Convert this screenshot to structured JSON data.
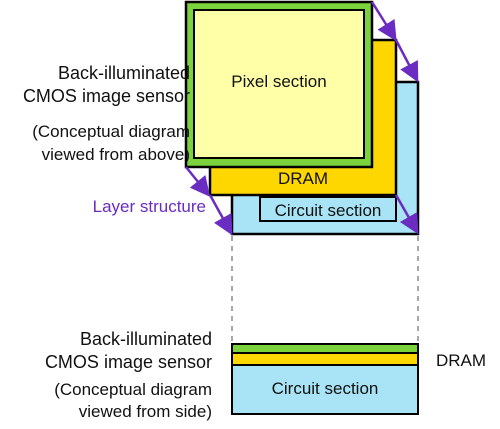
{
  "top_view": {
    "sensor_title_line1": "Back-illuminated",
    "sensor_title_line2": "CMOS image sensor",
    "note_line1": "(Conceptual diagram",
    "note_line2": "viewed from above)",
    "pixel_section_label": "Pixel section",
    "dram_label": "DRAM",
    "circuit_section_label": "Circuit section",
    "layer_structure_label": "Layer structure"
  },
  "side_view": {
    "sensor_title_line1": "Back-illuminated",
    "sensor_title_line2": "CMOS image sensor",
    "note_line1": "(Conceptual diagram",
    "note_line2": "viewed from side)",
    "circuit_section_label": "Circuit section",
    "dram_label": "DRAM"
  },
  "colors": {
    "pixel_green": "#7cd23c",
    "pixel_inner": "#ffffa8",
    "dram_yellow": "#ffd700",
    "circuit_blue": "#a8e4f5",
    "arrow_purple": "#6a2cc1",
    "dashed_gray": "#8c8c8c"
  }
}
